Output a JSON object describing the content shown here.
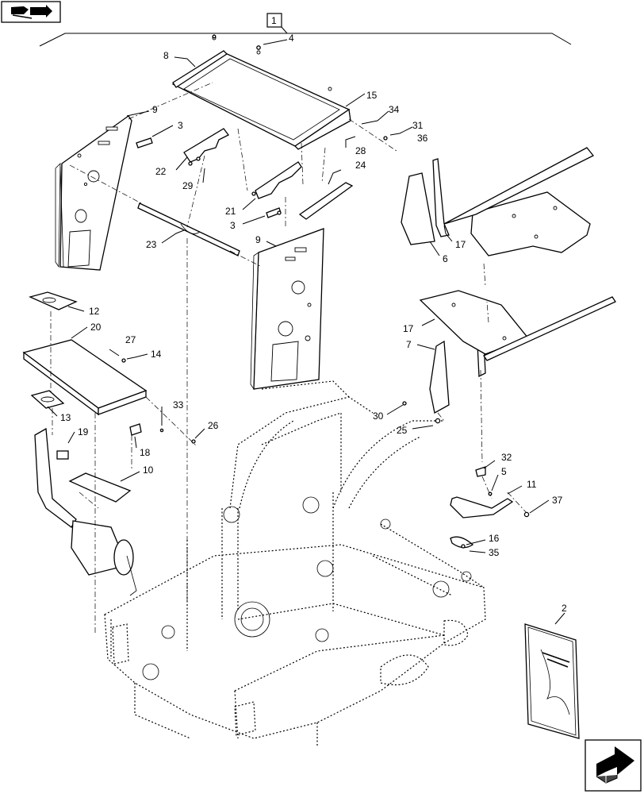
{
  "nav": {
    "back_icon": "book-arrow-icon",
    "next_icon": "next-page-arrow-icon"
  },
  "diagram": {
    "group_label": "1",
    "callouts": [
      {
        "id": "c8",
        "text": "8"
      },
      {
        "id": "c4",
        "text": "4"
      },
      {
        "id": "c9a",
        "text": "9"
      },
      {
        "id": "c3a",
        "text": "3"
      },
      {
        "id": "c15",
        "text": "15"
      },
      {
        "id": "c34",
        "text": "34"
      },
      {
        "id": "c31",
        "text": "31"
      },
      {
        "id": "c36",
        "text": "36"
      },
      {
        "id": "c28",
        "text": "28"
      },
      {
        "id": "c22",
        "text": "22"
      },
      {
        "id": "c29",
        "text": "29"
      },
      {
        "id": "c24",
        "text": "24"
      },
      {
        "id": "c21",
        "text": "21"
      },
      {
        "id": "c3b",
        "text": "3"
      },
      {
        "id": "c23",
        "text": "23"
      },
      {
        "id": "c9b",
        "text": "9"
      },
      {
        "id": "c17a",
        "text": "17"
      },
      {
        "id": "c6",
        "text": "6"
      },
      {
        "id": "c12",
        "text": "12"
      },
      {
        "id": "c20",
        "text": "20"
      },
      {
        "id": "c27",
        "text": "27"
      },
      {
        "id": "c14",
        "text": "14"
      },
      {
        "id": "c17b",
        "text": "17"
      },
      {
        "id": "c7",
        "text": "7"
      },
      {
        "id": "c13",
        "text": "13"
      },
      {
        "id": "c33",
        "text": "33"
      },
      {
        "id": "c26",
        "text": "26"
      },
      {
        "id": "c30",
        "text": "30"
      },
      {
        "id": "c25",
        "text": "25"
      },
      {
        "id": "c19",
        "text": "19"
      },
      {
        "id": "c18",
        "text": "18"
      },
      {
        "id": "c10",
        "text": "10"
      },
      {
        "id": "c32",
        "text": "32"
      },
      {
        "id": "c5",
        "text": "5"
      },
      {
        "id": "c11",
        "text": "11"
      },
      {
        "id": "c37",
        "text": "37"
      },
      {
        "id": "c16",
        "text": "16"
      },
      {
        "id": "c35",
        "text": "35"
      },
      {
        "id": "c2",
        "text": "2"
      }
    ]
  }
}
